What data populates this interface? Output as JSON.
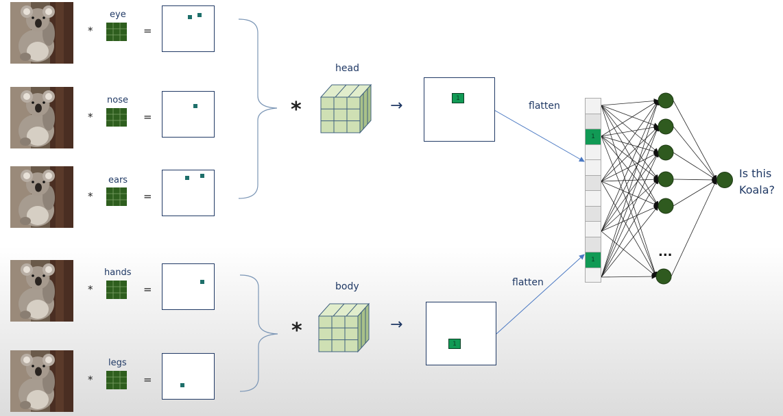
{
  "diagram": {
    "feature_rows": [
      {
        "label": "eye",
        "op_mul": "*",
        "op_eq": "="
      },
      {
        "label": "nose",
        "op_mul": "*",
        "op_eq": "="
      },
      {
        "label": "ears",
        "op_mul": "*",
        "op_eq": "="
      },
      {
        "label": "hands",
        "op_mul": "*",
        "op_eq": "="
      },
      {
        "label": "legs",
        "op_mul": "*",
        "op_eq": "="
      }
    ],
    "groups": [
      {
        "label": "head",
        "op": "*",
        "arrow": "→",
        "cell_value": "1",
        "flatten_label": "flatten"
      },
      {
        "label": "body",
        "op": "*",
        "arrow": "→",
        "cell_value": "1",
        "flatten_label": "flatten"
      }
    ],
    "flat_vector": {
      "cells": [
        "",
        "",
        "1",
        "",
        "",
        "",
        "",
        "",
        "",
        "",
        "1",
        ""
      ]
    },
    "network": {
      "hidden_ellipsis": "...",
      "question_line1": "Is this",
      "question_line2": "Koala?"
    },
    "colors": {
      "accent_navy": "#1f3864",
      "active_green": "#119a55",
      "filter_green": "#2e5e1e",
      "cube_green": "#cfe0b4",
      "node_green": "#2f5a1f",
      "dot_teal": "#1e6f6a"
    }
  }
}
